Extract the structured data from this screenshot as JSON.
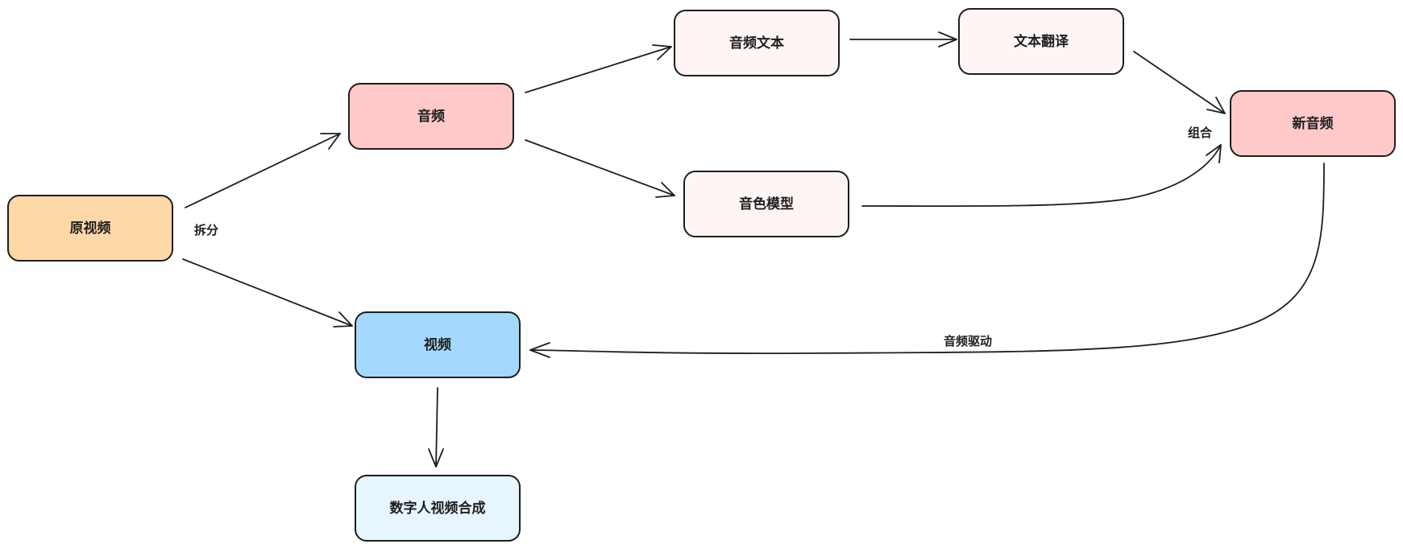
{
  "nodes": {
    "original_video": {
      "label": "原视频",
      "color": "#ffd8a8"
    },
    "audio": {
      "label": "音频",
      "color": "#ffc9c9"
    },
    "video": {
      "label": "视频",
      "color": "#a5d8ff"
    },
    "audio_text": {
      "label": "音频文本",
      "color": "#fff5f5"
    },
    "text_translation": {
      "label": "文本翻译",
      "color": "#fff5f5"
    },
    "voice_model": {
      "label": "音色模型",
      "color": "#fff5f5"
    },
    "new_audio": {
      "label": "新音频",
      "color": "#ffc9c9"
    },
    "digital_human": {
      "label": "数字人视频合成",
      "color": "#e7f5ff"
    }
  },
  "edge_labels": {
    "split": "拆分",
    "combine": "组合",
    "audio_driven": "音频驱动"
  }
}
